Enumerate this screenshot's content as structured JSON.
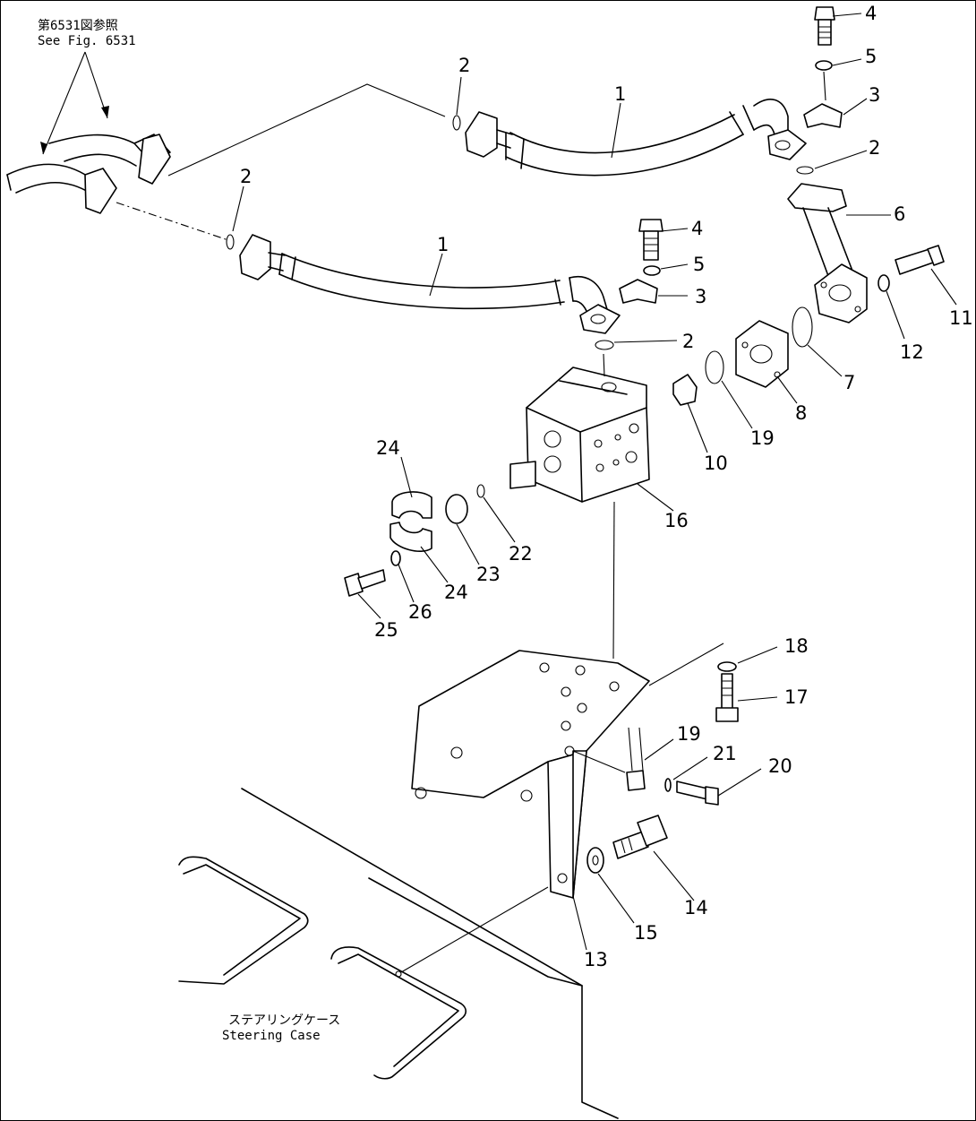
{
  "notes": {
    "ref_jp": "第6531図参照",
    "ref_en": "See Fig. 6531",
    "case_jp": "ステアリングケース",
    "case_en": "Steering Case"
  },
  "callouts": [
    "1",
    "1",
    "2",
    "2",
    "2",
    "2",
    "3",
    "3",
    "4",
    "4",
    "5",
    "5",
    "6",
    "7",
    "8",
    "10",
    "11",
    "12",
    "13",
    "14",
    "15",
    "16",
    "17",
    "18",
    "19",
    "19",
    "20",
    "21",
    "22",
    "23",
    "24",
    "24",
    "25",
    "26"
  ]
}
